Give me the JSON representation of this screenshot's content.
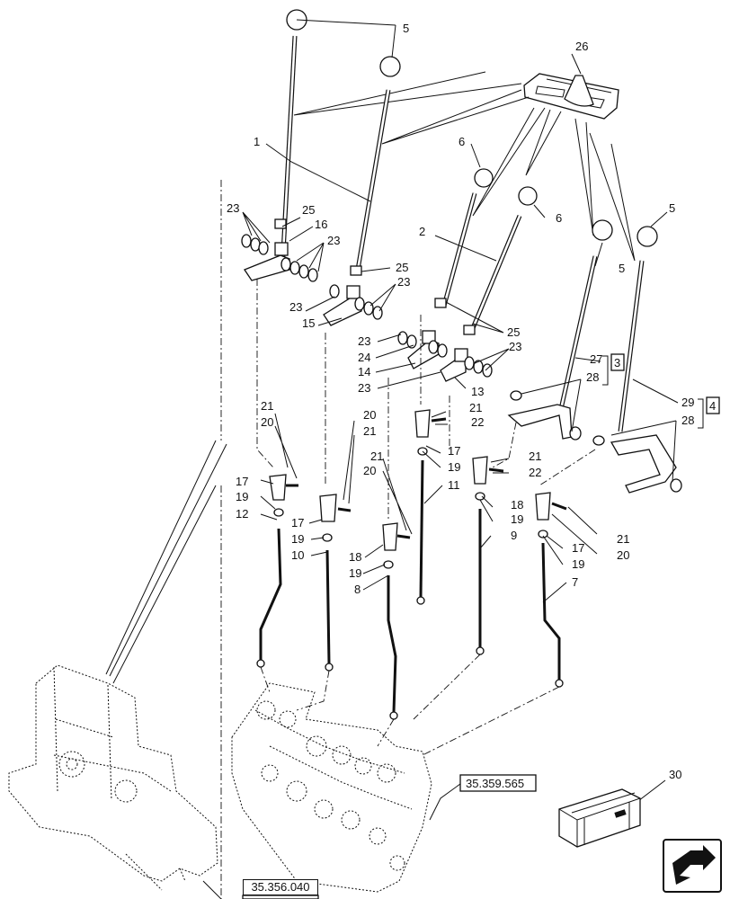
{
  "callouts": {
    "c1": "1",
    "c2": "2",
    "c3": "3",
    "c4": "4",
    "c5a": "5",
    "c5b": "5",
    "c5c": "5",
    "c6a": "6",
    "c6b": "6",
    "c7": "7",
    "c8": "8",
    "c9": "9",
    "c10": "10",
    "c11": "11",
    "c12": "12",
    "c13": "13",
    "c14": "14",
    "c15": "15",
    "c16": "16",
    "c17a": "17",
    "c17b": "17",
    "c17c": "17",
    "c17d": "17",
    "c18a": "18",
    "c18b": "18",
    "c19a": "19",
    "c19b": "19",
    "c19c": "19",
    "c19d": "19",
    "c19e": "19",
    "c19f": "19",
    "c20a": "20",
    "c20b": "20",
    "c20c": "20",
    "c20d": "20",
    "c21a": "21",
    "c21b": "21",
    "c21c": "21",
    "c21d": "21",
    "c21e": "21",
    "c21f": "21",
    "c22a": "22",
    "c22b": "22",
    "c23a": "23",
    "c23b": "23",
    "c23c": "23",
    "c23d": "23",
    "c23e": "23",
    "c23f": "23",
    "c23g": "23",
    "c24": "24",
    "c25a": "25",
    "c25b": "25",
    "c25c": "25",
    "c26": "26",
    "c27": "27",
    "c28a": "28",
    "c28b": "28",
    "c29": "29",
    "c30": "30"
  },
  "references": {
    "valve_ref": "35.359.565",
    "frame_ref": "35.356.040"
  },
  "icons": {
    "nav": "next-page-arrow-icon",
    "kit": "kit-box-icon"
  }
}
